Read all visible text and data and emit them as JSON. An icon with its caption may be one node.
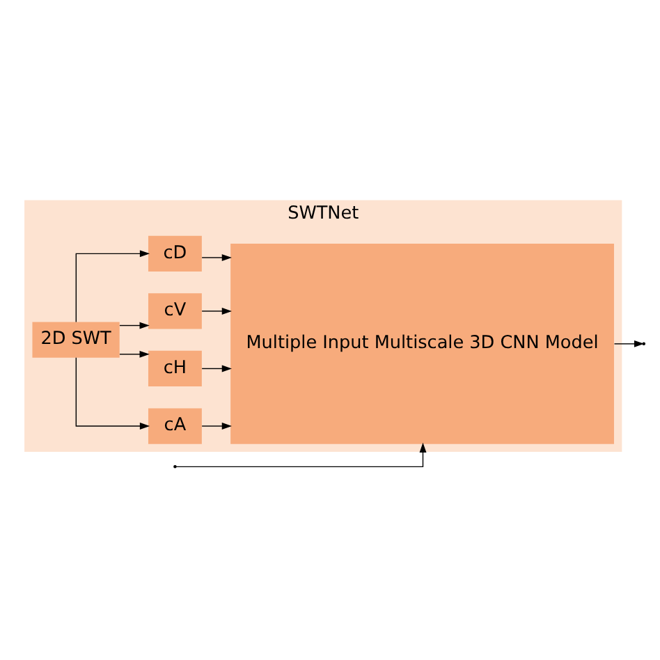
{
  "diagram": {
    "nodes": [
      {
        "text": [
          "SWTNet"
        ]
      },
      {
        "text": [
          "2D SWT"
        ],
        "in": 0
      },
      {
        "text": [
          "cA"
        ],
        "in": 0
      },
      {
        "text": [
          "cH"
        ],
        "in": 0
      },
      {
        "text": [
          "cV"
        ],
        "in": 0
      },
      {
        "text": [
          "cD"
        ],
        "in": 0
      },
      {
        "text": [
          "Multiple Input Multiscale 3D CNN Model"
        ],
        "in": 0
      }
    ],
    "edges": [
      {
        "from": 1,
        "to": 2,
        "arrow": "to"
      },
      {
        "from": 1,
        "to": 3,
        "arrow": "to"
      },
      {
        "from": 1,
        "to": 4,
        "arrow": "to"
      },
      {
        "from": 1,
        "to": 5,
        "arrow": "to"
      },
      {
        "from": 2,
        "to": 6,
        "arrow": "to"
      },
      {
        "from": 3,
        "to": 6,
        "arrow": "to"
      },
      {
        "from": 4,
        "to": 6,
        "arrow": "to"
      },
      {
        "from": 5,
        "to": 6,
        "arrow": "to"
      },
      {
        "from": null,
        "to": 6,
        "arrow": "to"
      },
      {
        "from": 6,
        "to": null,
        "arrow": "to"
      }
    ]
  }
}
